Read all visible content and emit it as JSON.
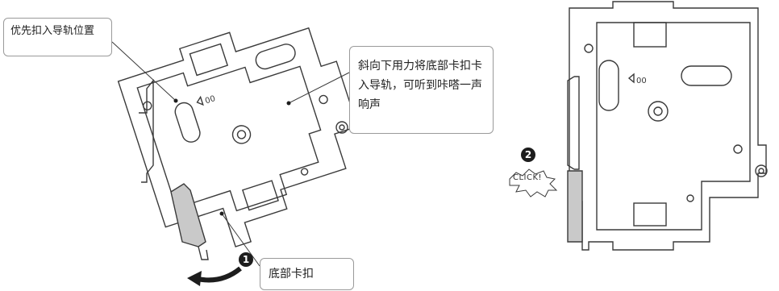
{
  "callouts": {
    "priority_rail": "优先扣入导轨位置",
    "press_down": "斜向下用力将底部卡扣卡入导轨，可听到咔嗒一声响声",
    "bottom_clip": "底部卡扣"
  },
  "steps": {
    "step1": "1",
    "step2": "2"
  },
  "click_text": "CLICK!",
  "colors": {
    "line": "#3a3a3a",
    "clip_fill": "#c9c9c9",
    "badge": "#1d1d1d",
    "arrow": "#1d1d1d"
  }
}
